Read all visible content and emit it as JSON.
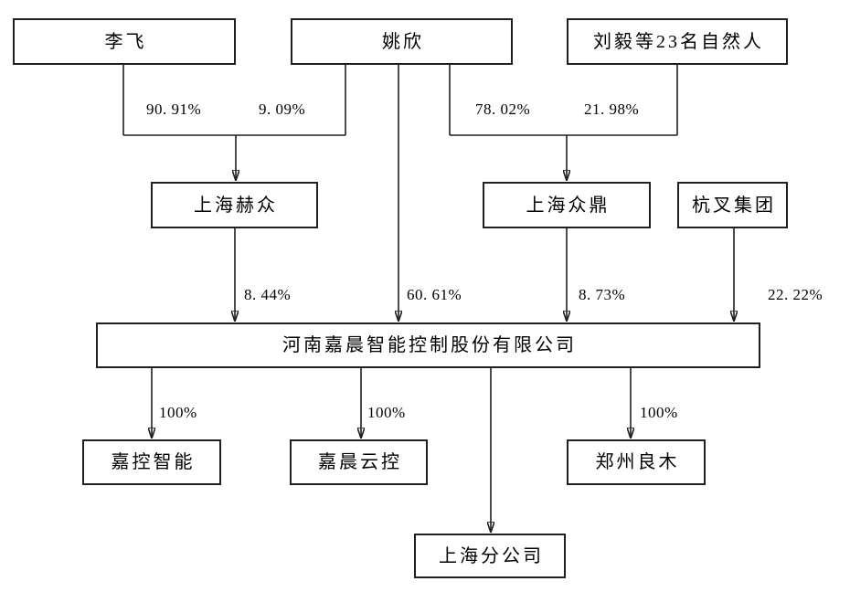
{
  "diagram": {
    "type": "equity-ownership-structure",
    "nodes": {
      "li_fei": "李飞",
      "yao_xin": "姚欣",
      "liu_yi_et_al": "刘毅等23名自然人",
      "shanghai_hezhong": "上海赫众",
      "shanghai_zhongding": "上海众鼎",
      "hangcha_group": "杭叉集团",
      "company": "河南嘉晨智能控制股份有限公司",
      "jiakong_zhineng": "嘉控智能",
      "jiachen_yunkong": "嘉晨云控",
      "zhengzhou_liangmu": "郑州良木",
      "shanghai_branch": "上海分公司"
    },
    "edge_labels": {
      "li_fei_to_hezhong": "90. 91%",
      "yao_xin_to_hezhong": "9. 09%",
      "yao_xin_to_zhongding": "78. 02%",
      "liu_yi_to_zhongding": "21. 98%",
      "hezhong_to_company": "8. 44%",
      "yao_xin_to_company": "60. 61%",
      "zhongding_to_company": "8. 73%",
      "hangcha_to_company": "22. 22%",
      "company_to_jiakong": "100%",
      "company_to_yunkong": "100%",
      "company_to_liangmu": "100%"
    },
    "colors": {
      "background": "#ffffff",
      "line": "#1f1f1f",
      "box_border": "#1f1f1f",
      "text": "#000000"
    }
  }
}
